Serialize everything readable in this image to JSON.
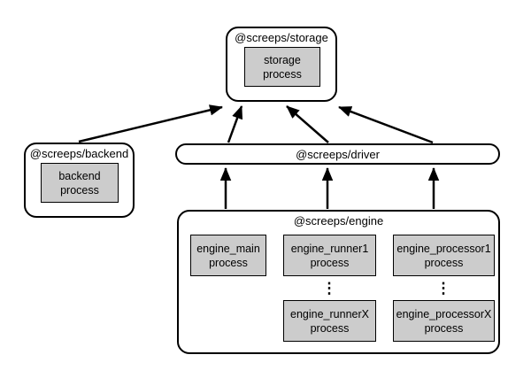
{
  "colors": {
    "background": "#ffffff",
    "stroke": "#000000",
    "process_fill": "#cccccc"
  },
  "nodes": {
    "storage": {
      "label": "@screeps/storage",
      "process": "storage process"
    },
    "backend": {
      "label": "@screeps/backend",
      "process": "backend process"
    },
    "driver": {
      "label": "@screeps/driver"
    },
    "engine": {
      "label": "@screeps/engine",
      "processes": {
        "main": "engine_main process",
        "runner1": "engine_runner1 process",
        "processor1": "engine_processor1 process",
        "runnerX": "engine_runnerX process",
        "processorX": "engine_processorX process"
      },
      "ellipsis": "⋮"
    }
  },
  "edges": [
    {
      "from": "backend",
      "to": "storage"
    },
    {
      "from": "driver",
      "to": "storage",
      "position": "left"
    },
    {
      "from": "driver",
      "to": "storage",
      "position": "middle"
    },
    {
      "from": "driver",
      "to": "storage",
      "position": "right"
    },
    {
      "from": "engine",
      "to": "driver",
      "position": "left"
    },
    {
      "from": "engine",
      "to": "driver",
      "position": "middle"
    },
    {
      "from": "engine",
      "to": "driver",
      "position": "right"
    }
  ]
}
